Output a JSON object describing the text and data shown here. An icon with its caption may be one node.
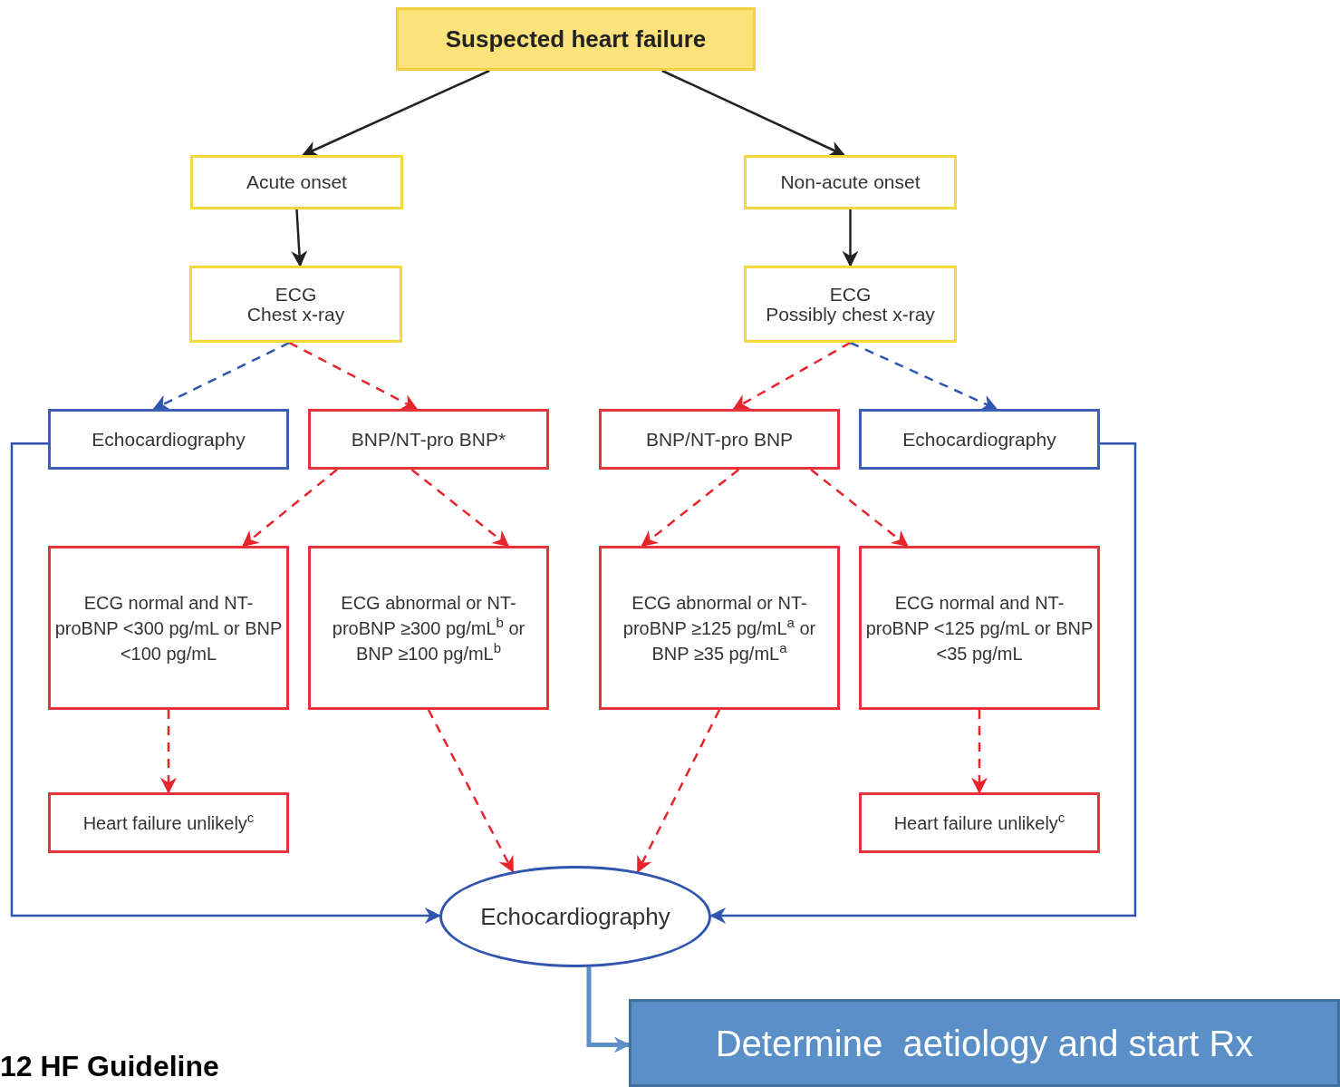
{
  "diagram": {
    "nodes": [
      {
        "text": [
          "Suspected heart failure"
        ]
      },
      {
        "text": [
          "Acute onset"
        ]
      },
      {
        "text": [
          "Non-acute onset"
        ]
      },
      {
        "text": [
          "ECG",
          "Chest x-ray"
        ]
      },
      {
        "text": [
          "ECG",
          "Possibly chest x-ray"
        ]
      },
      {
        "text": [
          "Echocardiography"
        ]
      },
      {
        "text": [
          "BNP/NT-pro BNP*"
        ]
      },
      {
        "text": [
          "BNP/NT-pro BNP"
        ]
      },
      {
        "text": [
          "Echocardiography"
        ]
      },
      {
        "text": [
          "ECG normal and NT-proBNP <300 pg/mL or BNP <100 pg/mL"
        ]
      },
      {
        "text": [
          "ECG abnormal or NT-proBNP ≥300 pg/mL$^{b}$ or BNP ≥100 pg/mL$^{b}$"
        ]
      },
      {
        "text": [
          "ECG abnormal or NT-proBNP ≥125 pg/mL$^{a}$ or BNP ≥35 pg/mL$^{a}$"
        ]
      },
      {
        "text": [
          "ECG normal and NT-proBNP <125 pg/mL or BNP <35 pg/mL"
        ]
      },
      {
        "text": [
          "Heart failure unlikely$^{c}$"
        ]
      },
      {
        "text": [
          "Heart failure unlikely$^{c}$"
        ]
      },
      {
        "text": [
          "Echocardiography"
        ]
      },
      {
        "text": [
          "Determine  aetiology and start Rx"
        ]
      }
    ],
    "edges": [
      {
        "from": 0,
        "to": 1,
        "arrow": "to",
        "color": "#222222"
      },
      {
        "from": 0,
        "to": 2,
        "arrow": "to",
        "color": "#222222"
      },
      {
        "from": 1,
        "to": 3,
        "arrow": "to",
        "color": "#222222"
      },
      {
        "from": 2,
        "to": 4,
        "arrow": "to",
        "color": "#222222"
      },
      {
        "from": 3,
        "to": 5,
        "arrow": "to",
        "style": "dashed",
        "color": "#2f55b0"
      },
      {
        "from": 3,
        "to": 6,
        "arrow": "to",
        "style": "dashed"
      },
      {
        "from": 4,
        "to": 7,
        "arrow": "to",
        "style": "dashed"
      },
      {
        "from": 4,
        "to": 8,
        "arrow": "to",
        "style": "dashed",
        "color": "#2f55b0"
      },
      {
        "from": 6,
        "to": 9,
        "arrow": "to",
        "style": "dashed"
      },
      {
        "from": 6,
        "to": 10,
        "arrow": "to",
        "style": "dashed"
      },
      {
        "from": 7,
        "to": 11,
        "arrow": "to",
        "style": "dashed"
      },
      {
        "from": 7,
        "to": 12,
        "arrow": "to",
        "style": "dashed"
      },
      {
        "from": 9,
        "to": 13,
        "arrow": "to",
        "style": "dashed"
      },
      {
        "from": 12,
        "to": 14,
        "arrow": "to",
        "style": "dashed"
      },
      {
        "from": 10,
        "to": 15,
        "arrow": "to",
        "style": "dashed"
      },
      {
        "from": 11,
        "to": 15,
        "arrow": "to",
        "style": "dashed"
      },
      {
        "from": 5,
        "to": 15,
        "arrow": "to",
        "color": "#2f55b0"
      },
      {
        "from": 8,
        "to": 15,
        "arrow": "to",
        "color": "#2f55b0"
      },
      {
        "from": 15,
        "to": 16,
        "arrow": "to",
        "style": "thick",
        "color": "#5b8fc7"
      }
    ],
    "labels": [
      "12 HF Guideline"
    ]
  }
}
